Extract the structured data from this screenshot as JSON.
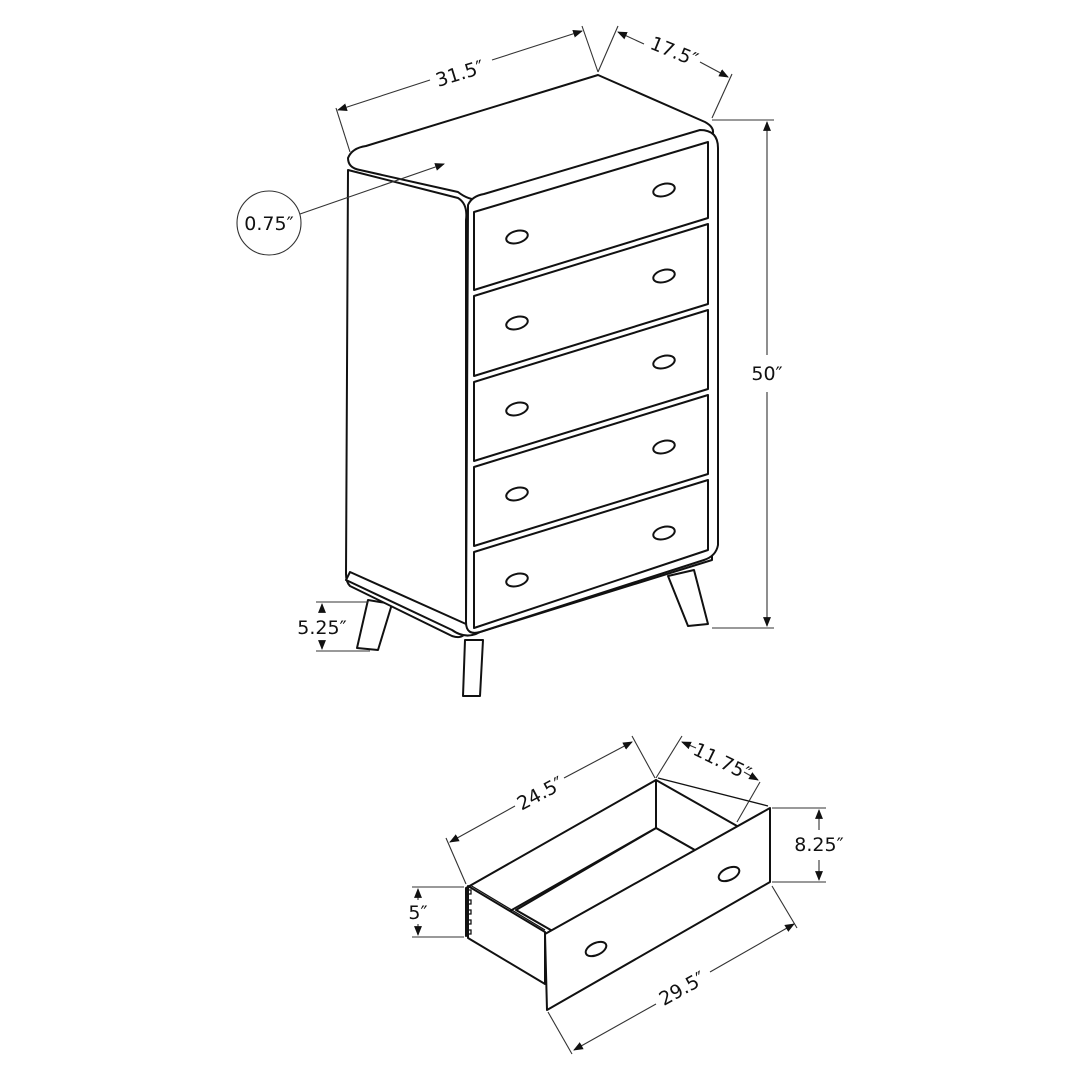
{
  "diagram": {
    "subject": "5-drawer chest dimensions",
    "chest": {
      "width_label": "31.5″",
      "depth_label": "17.5″",
      "height_label": "50″",
      "top_thickness_label": "0.75″",
      "leg_height_label": "5.25″",
      "drawer_count": 5
    },
    "drawer": {
      "inner_length_label": "24.5″",
      "inner_depth_label": "11.75″",
      "front_height_label": "8.25″",
      "side_height_label": "5″",
      "front_width_label": "29.5″"
    },
    "colors": {
      "line": "#111111",
      "background": "#ffffff",
      "dimension": "#333333"
    }
  }
}
